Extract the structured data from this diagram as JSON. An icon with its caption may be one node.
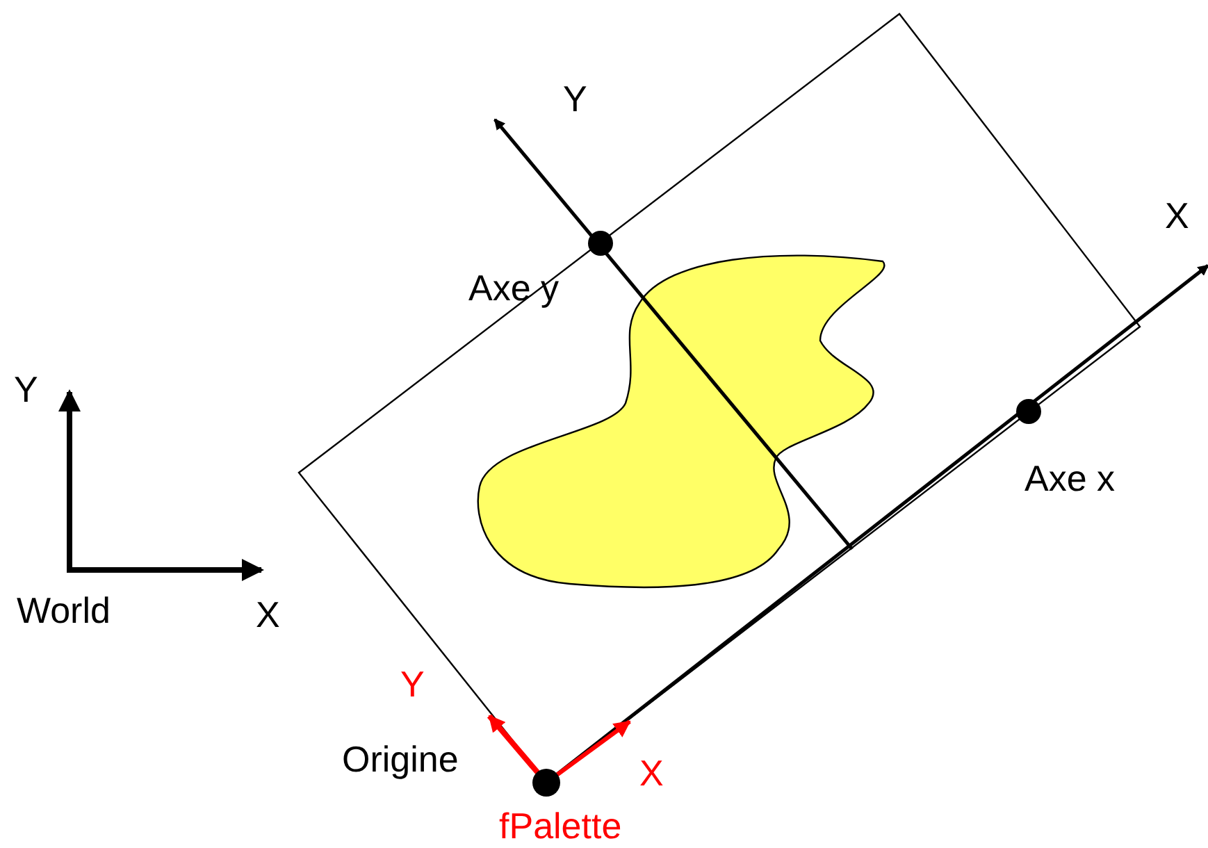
{
  "diagram": {
    "labels": [
      "Y",
      "X",
      "Axe y",
      "Y",
      "Axe x",
      "World",
      "X",
      "Y",
      "Origine",
      "X",
      "fPalette"
    ]
  }
}
